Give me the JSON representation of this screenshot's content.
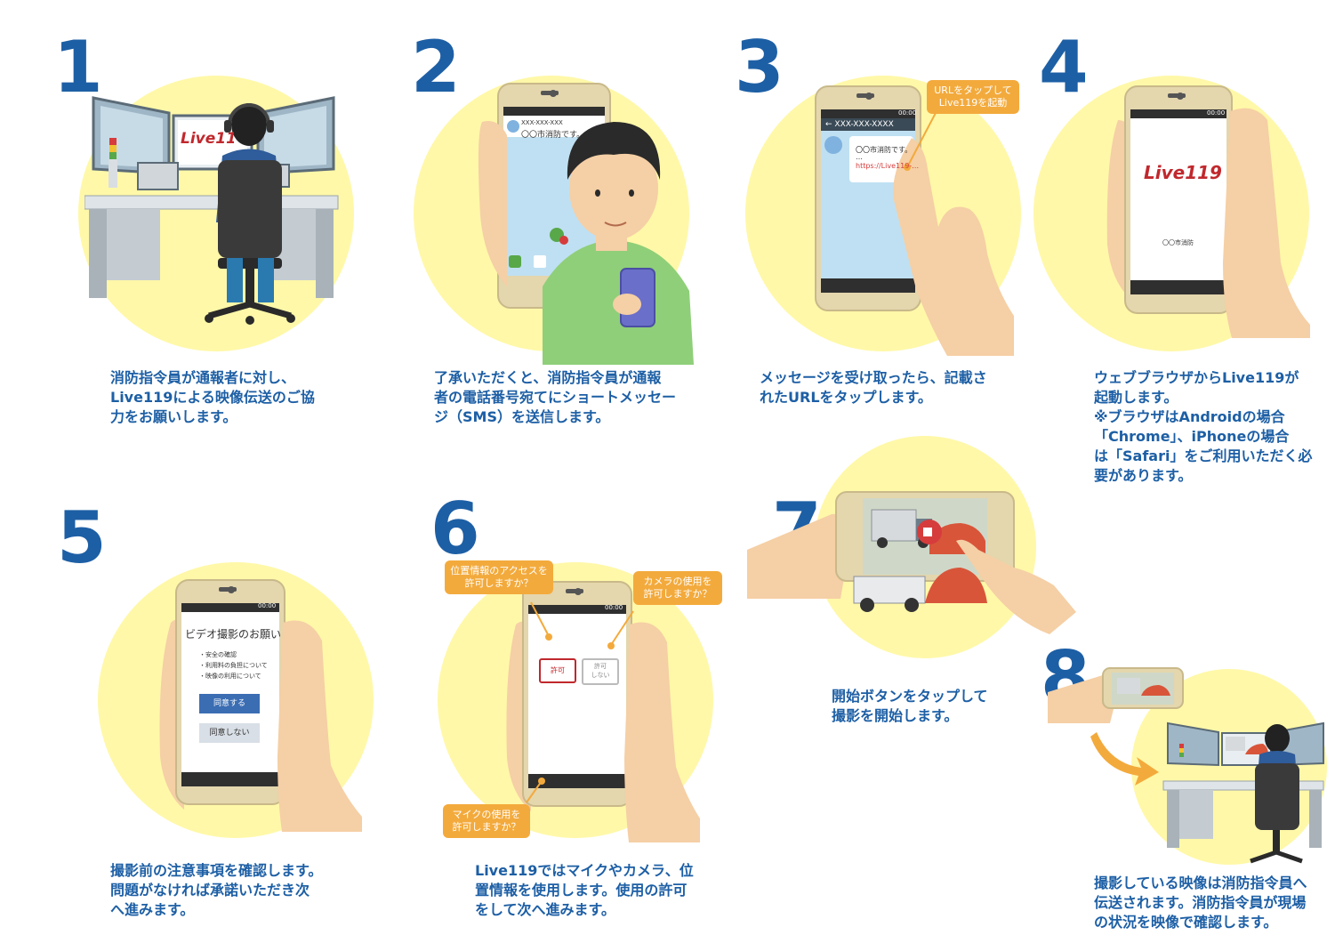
{
  "steps": [
    {
      "num": "1",
      "caption": "消防指令員が通報者に対し、\nLive119による映像伝送のご協\n力をお願いします。"
    },
    {
      "num": "2",
      "caption": "了承いただくと、消防指令員が通報\n者の電話番号宛てにショートメッセー\nジ（SMS）を送信します。"
    },
    {
      "num": "3",
      "caption": "メッセージを受け取ったら、記載さ\nれたURLをタップします。"
    },
    {
      "num": "4",
      "caption": "ウェブブラウザからLive119が\n起動します。\n※ブラウザはAndroidの場合\n「Chrome」、iPhoneの場合\nは「Safari」をご利用いただく必\n要があります。"
    },
    {
      "num": "5",
      "caption": "撮影前の注意事項を確認します。\n問題がなければ承諾いただき次\nへ進みます。"
    },
    {
      "num": "6",
      "caption": "Live119ではマイクやカメラ、位\n置情報を使用します。使用の許可\nをして次へ進みます。"
    },
    {
      "num": "7",
      "caption": "開始ボタンをタップして\n撮影を開始します。"
    },
    {
      "num": "8",
      "caption": "撮影している映像は消防指令員へ\n伝送されます。消防指令員が現場\nの状況を映像で確認します。"
    }
  ],
  "step1": {
    "monitor_logo": "Live119"
  },
  "step2": {
    "sms_number": "XXX-XXX-XXX",
    "sms_sender": "〇〇市消防です。"
  },
  "step3": {
    "time": "00:00",
    "header": "← XXX-XXX-XXXX",
    "message_line1": "〇〇市消防です。",
    "message_line2": "…",
    "message_url": "https://Live119-…",
    "bubble": "URLをタップして\nLive119を起動"
  },
  "step4": {
    "time": "00:00",
    "logo": "Live119",
    "org": "〇〇市消防"
  },
  "step5": {
    "time": "00:00",
    "title": "ビデオ撮影のお願い",
    "items": [
      "・安全の確認",
      "・利用料の負担について",
      "・映像の利用について"
    ],
    "agree": "同意する",
    "disagree": "同意しない"
  },
  "step6": {
    "time": "00:00",
    "allow": "許可",
    "deny": "許可\nしない",
    "bubble_location": "位置情報のアクセスを\n許可しますか？",
    "bubble_camera": "カメラの使用を\n許可しますか？",
    "bubble_mic": "マイクの使用を\n許可しますか？"
  },
  "colors": {
    "number": "#1d5fa5",
    "circle": "#fff8a8",
    "bubble": "#f3aa3c",
    "logo_red": "#c0282d"
  }
}
